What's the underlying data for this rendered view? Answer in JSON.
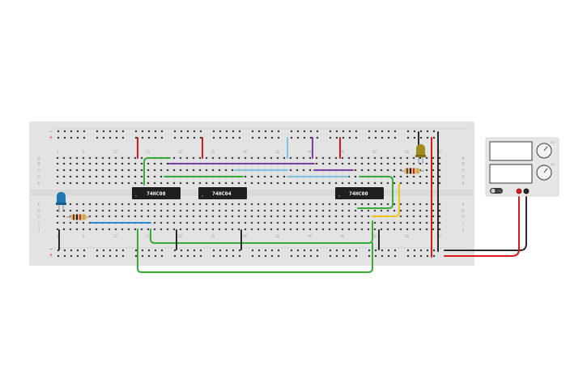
{
  "breadboard": {
    "column_numbers": [
      "1",
      "5",
      "10",
      "15",
      "20",
      "25",
      "30",
      "35",
      "40",
      "45",
      "50",
      "55",
      "60"
    ],
    "row_letters_top": [
      "A",
      "B",
      "C",
      "D",
      "E"
    ],
    "row_letters_bottom": [
      "F",
      "G",
      "H",
      "I",
      "J"
    ],
    "rail_minus": "−",
    "rail_plus": "+"
  },
  "chips": {
    "chip1": "74HC00",
    "chip2": "74HC04",
    "chip3": "74HC00"
  },
  "power_supply": {
    "knob1_label": "CC",
    "knob2_label": "CV",
    "switch_label": "ON"
  },
  "colors": {
    "board": "#e3e3e3",
    "hole": "#3c3c3c",
    "rail_red": "#d32f2f",
    "rail_blue": "#2c7bd0",
    "wire_red": "#d7191c",
    "wire_black": "#2a2a2a",
    "wire_green": "#3aaa3a",
    "wire_purple": "#7b3fa6",
    "wire_lightblue": "#7fc4e0",
    "wire_blue": "#2b8ad6",
    "wire_yellow": "#f0c419",
    "chip": "#1f1f1f",
    "led_blue": "#1f78b4",
    "led_yellow": "#a08a20"
  }
}
